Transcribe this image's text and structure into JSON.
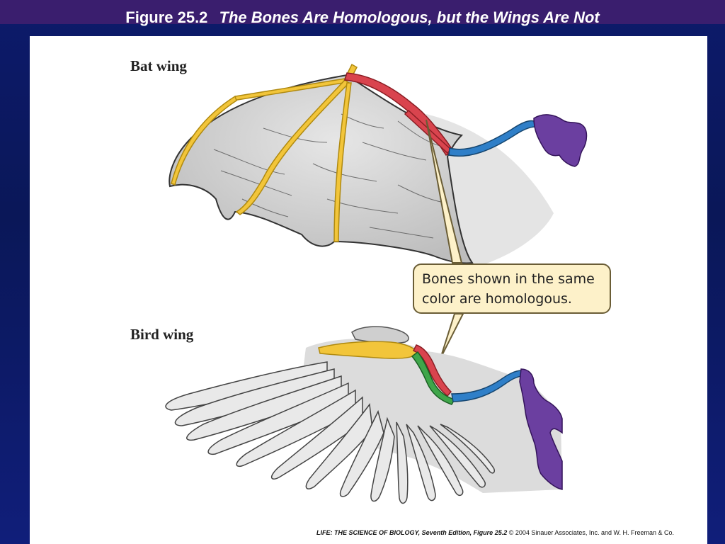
{
  "slide": {
    "figure_number": "Figure 25.2",
    "title": "The Bones Are Homologous, but the Wings Are Not"
  },
  "diagram": {
    "bat_label": "Bat wing",
    "bird_label": "Bird wing",
    "callout_line1": "Bones shown in the same",
    "callout_line2": "color are homologous.",
    "credit_book": "LIFE: THE SCIENCE OF BIOLOGY, Seventh Edition, Figure 25.2",
    "credit_rest": "© 2004 Sinauer Associates, Inc. and W. H. Freeman & Co."
  },
  "colors": {
    "humerus_scapula": "#6b3fa0",
    "upper_arm": "#2f7fc8",
    "radius": "#d9444e",
    "ulna": "#3fa64a",
    "hand_digits": "#f2c53a",
    "membrane": "#c9c9c9"
  }
}
